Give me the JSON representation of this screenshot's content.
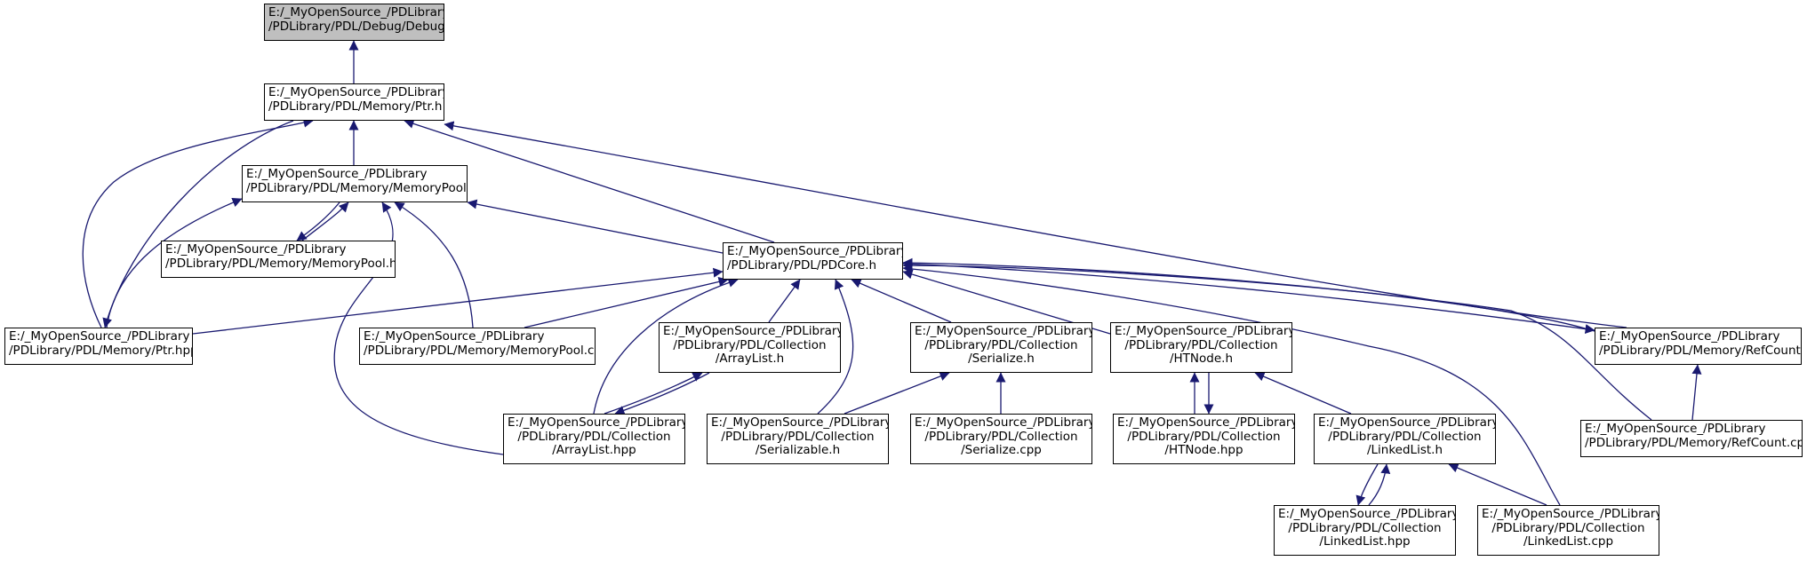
{
  "graph": {
    "title": "Include dependency graph for Debug.h",
    "nodes": [
      {
        "id": "debug_h",
        "lines": [
          "E:/_MyOpenSource_/PDLibrary",
          "/PDLibrary/PDL/Debug/Debug.h"
        ],
        "align": "center",
        "root": true
      },
      {
        "id": "ptr_h",
        "lines": [
          "E:/_MyOpenSource_/PDLibrary",
          "/PDLibrary/PDL/Memory/Ptr.h"
        ],
        "align": "center"
      },
      {
        "id": "memorypool_h",
        "lines": [
          "E:/_MyOpenSource_/PDLibrary",
          "/PDLibrary/PDL/Memory/MemoryPool.h"
        ],
        "align": "left"
      },
      {
        "id": "memorypool_hpp",
        "lines": [
          "E:/_MyOpenSource_/PDLibrary",
          "/PDLibrary/PDL/Memory/MemoryPool.hpp"
        ],
        "align": "left"
      },
      {
        "id": "pdcore_h",
        "lines": [
          "E:/_MyOpenSource_/PDLibrary",
          "/PDLibrary/PDL/PDCore.h"
        ],
        "align": "left"
      },
      {
        "id": "ptr_hpp",
        "lines": [
          "E:/_MyOpenSource_/PDLibrary",
          "/PDLibrary/PDL/Memory/Ptr.hpp"
        ],
        "align": "left"
      },
      {
        "id": "memorypool_cpp",
        "lines": [
          "E:/_MyOpenSource_/PDLibrary",
          "/PDLibrary/PDL/Memory/MemoryPool.cpp"
        ],
        "align": "left"
      },
      {
        "id": "arraylist_h",
        "lines": [
          "E:/_MyOpenSource_/PDLibrary",
          "/PDLibrary/PDL/Collection",
          "/ArrayList.h"
        ],
        "align": "center"
      },
      {
        "id": "serialize_h",
        "lines": [
          "E:/_MyOpenSource_/PDLibrary",
          "/PDLibrary/PDL/Collection",
          "/Serialize.h"
        ],
        "align": "center"
      },
      {
        "id": "htnode_h",
        "lines": [
          "E:/_MyOpenSource_/PDLibrary",
          "/PDLibrary/PDL/Collection",
          "/HTNode.h"
        ],
        "align": "center"
      },
      {
        "id": "refcount_h",
        "lines": [
          "E:/_MyOpenSource_/PDLibrary",
          "/PDLibrary/PDL/Memory/RefCount.h"
        ],
        "align": "left"
      },
      {
        "id": "arraylist_hpp",
        "lines": [
          "E:/_MyOpenSource_/PDLibrary",
          "/PDLibrary/PDL/Collection",
          "/ArrayList.hpp"
        ],
        "align": "center"
      },
      {
        "id": "serializable_h",
        "lines": [
          "E:/_MyOpenSource_/PDLibrary",
          "/PDLibrary/PDL/Collection",
          "/Serializable.h"
        ],
        "align": "center"
      },
      {
        "id": "serialize_cpp",
        "lines": [
          "E:/_MyOpenSource_/PDLibrary",
          "/PDLibrary/PDL/Collection",
          "/Serialize.cpp"
        ],
        "align": "center"
      },
      {
        "id": "htnode_hpp",
        "lines": [
          "E:/_MyOpenSource_/PDLibrary",
          "/PDLibrary/PDL/Collection",
          "/HTNode.hpp"
        ],
        "align": "center"
      },
      {
        "id": "linkedlist_h",
        "lines": [
          "E:/_MyOpenSource_/PDLibrary",
          "/PDLibrary/PDL/Collection",
          "/LinkedList.h"
        ],
        "align": "center"
      },
      {
        "id": "refcount_cpp",
        "lines": [
          "E:/_MyOpenSource_/PDLibrary",
          "/PDLibrary/PDL/Memory/RefCount.cpp"
        ],
        "align": "left"
      },
      {
        "id": "linkedlist_hpp",
        "lines": [
          "E:/_MyOpenSource_/PDLibrary",
          "/PDLibrary/PDL/Collection",
          "/LinkedList.hpp"
        ],
        "align": "center"
      },
      {
        "id": "linkedlist_cpp",
        "lines": [
          "E:/_MyOpenSource_/PDLibrary",
          "/PDLibrary/PDL/Collection",
          "/LinkedList.cpp"
        ],
        "align": "center"
      }
    ],
    "edges": [
      {
        "from": "ptr_h",
        "to": "debug_h"
      },
      {
        "from": "memorypool_h",
        "to": "ptr_h"
      },
      {
        "from": "pdcore_h",
        "to": "ptr_h"
      },
      {
        "from": "ptr_hpp",
        "to": "ptr_h"
      },
      {
        "from": "refcount_h",
        "to": "ptr_h"
      },
      {
        "from": "memorypool_hpp",
        "to": "memorypool_h"
      },
      {
        "from": "pdcore_h",
        "to": "memorypool_h"
      },
      {
        "from": "ptr_hpp",
        "to": "memorypool_h"
      },
      {
        "from": "memorypool_cpp",
        "to": "memorypool_h"
      },
      {
        "from": "arraylist_hpp",
        "to": "memorypool_h"
      },
      {
        "from": "memorypool_h",
        "to": "memorypool_hpp"
      },
      {
        "from": "ptr_h",
        "to": "ptr_hpp"
      },
      {
        "from": "ptr_hpp",
        "to": "pdcore_h"
      },
      {
        "from": "memorypool_cpp",
        "to": "pdcore_h"
      },
      {
        "from": "arraylist_h",
        "to": "pdcore_h"
      },
      {
        "from": "arraylist_hpp",
        "to": "pdcore_h"
      },
      {
        "from": "serializable_h",
        "to": "pdcore_h"
      },
      {
        "from": "serialize_h",
        "to": "pdcore_h"
      },
      {
        "from": "htnode_h",
        "to": "pdcore_h"
      },
      {
        "from": "refcount_h",
        "to": "pdcore_h"
      },
      {
        "from": "refcount_cpp",
        "to": "pdcore_h"
      },
      {
        "from": "linkedlist_cpp",
        "to": "pdcore_h"
      },
      {
        "from": "arraylist_hpp",
        "to": "arraylist_h"
      },
      {
        "from": "arraylist_h",
        "to": "arraylist_hpp"
      },
      {
        "from": "serializable_h",
        "to": "serialize_h"
      },
      {
        "from": "serialize_cpp",
        "to": "serialize_h"
      },
      {
        "from": "htnode_hpp",
        "to": "htnode_h"
      },
      {
        "from": "htnode_h",
        "to": "htnode_hpp"
      },
      {
        "from": "linkedlist_h",
        "to": "htnode_h"
      },
      {
        "from": "linkedlist_hpp",
        "to": "linkedlist_h"
      },
      {
        "from": "linkedlist_cpp",
        "to": "linkedlist_h"
      },
      {
        "from": "linkedlist_h",
        "to": "linkedlist_hpp"
      },
      {
        "from": "pdcore_h",
        "to": "refcount_h"
      },
      {
        "from": "refcount_cpp",
        "to": "refcount_h"
      }
    ],
    "colors": {
      "edge": "#191970",
      "node_border": "#000000",
      "root_fill": "#bfbfbf",
      "node_fill": "#ffffff"
    }
  }
}
